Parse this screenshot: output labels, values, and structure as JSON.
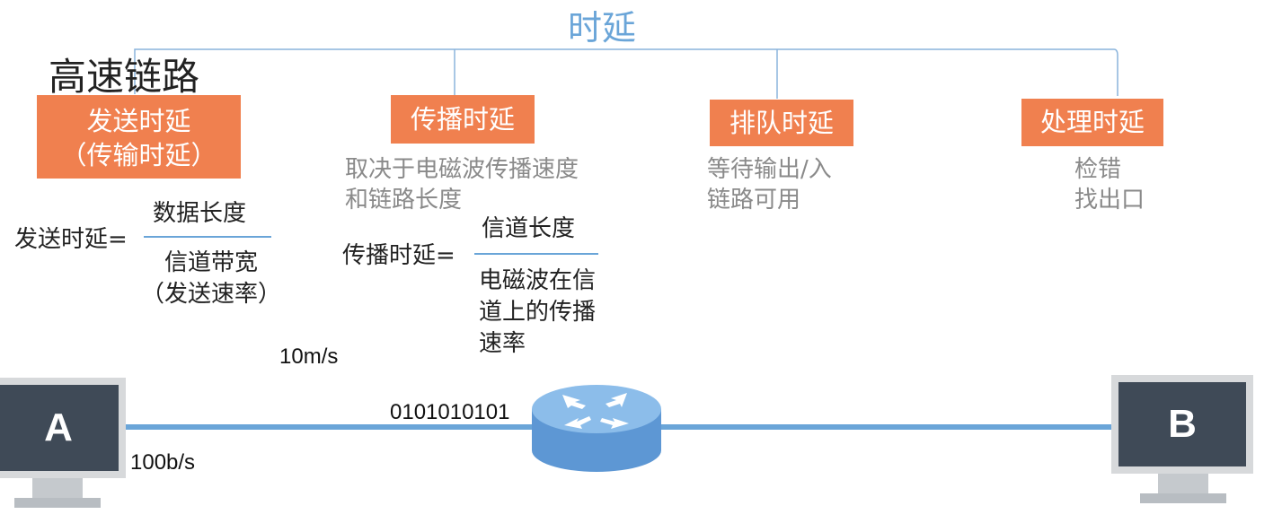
{
  "title": "时延",
  "note": "高速链路",
  "categories": [
    {
      "label": "发送时延\n（传输时延）",
      "description": ""
    },
    {
      "label": "传播时延",
      "description": "取决于电磁波传播速度\n和链路长度"
    },
    {
      "label": "排队时延",
      "description": "等待输出/入\n链路可用"
    },
    {
      "label": "处理时延",
      "description": "检错\n找出口"
    }
  ],
  "formulas": {
    "send": {
      "lhs": "发送时延=",
      "numerator": "数据长度",
      "denominator": "信道带宽\n（发送速率）"
    },
    "prop": {
      "lhs": "传播时延=",
      "numerator": "信道长度",
      "denominator": "电磁波在信\n道上的传播\n速率"
    }
  },
  "network": {
    "speed_prop": "10m/s",
    "speed_send": "100b/s",
    "bits": "0101010101",
    "host_a": "A",
    "host_b": "B"
  },
  "icons": [
    "router-icon",
    "computer-a-icon",
    "computer-b-icon"
  ]
}
